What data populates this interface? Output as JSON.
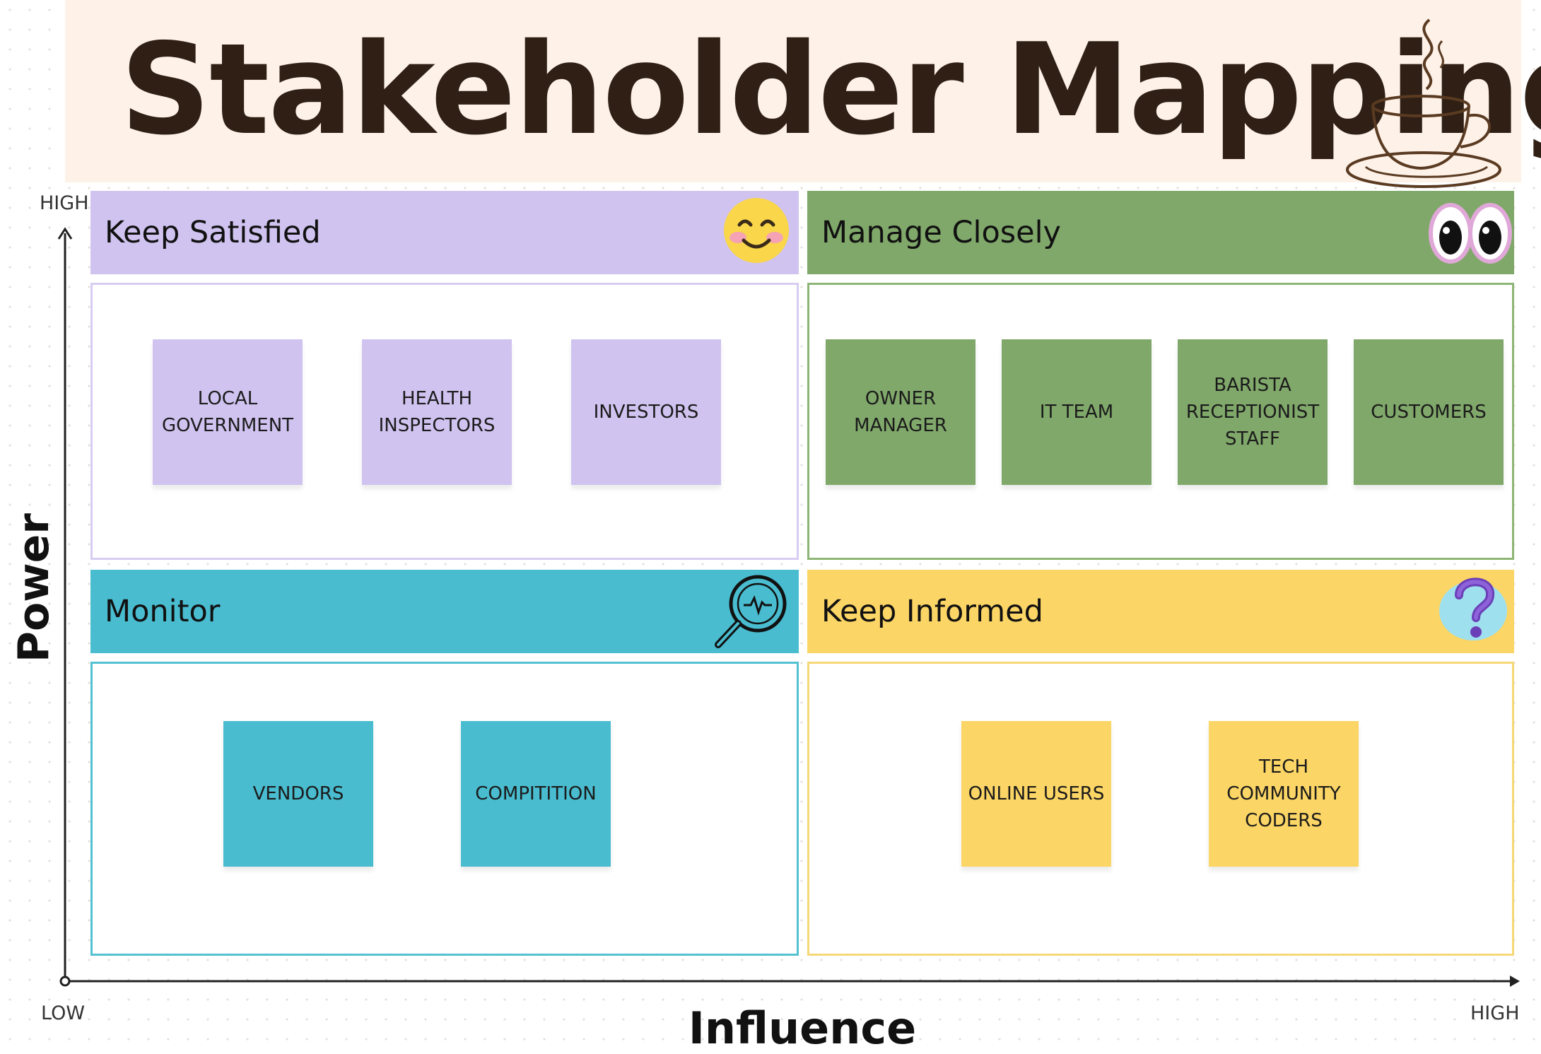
{
  "title": "Stakeholder Mapping",
  "axes": {
    "y_title": "Power",
    "x_title": "Influence",
    "y_high": "HIGH",
    "x_low": "LOW",
    "x_high": "HIGH"
  },
  "quadrants": [
    {
      "title": "Keep Satisfied",
      "icon": "smiling-face-icon",
      "color": "#d0c3f0",
      "border": "#d8ccf3",
      "notes": [
        {
          "label": "LOCAL\nGOVERNMENT"
        },
        {
          "label": "HEALTH\nINSPECTORS"
        },
        {
          "label": "INVESTORS"
        }
      ]
    },
    {
      "title": "Manage Closely",
      "icon": "eyes-icon",
      "color": "#80a86a",
      "border": "#8db676",
      "notes": [
        {
          "label": "OWNER\nMANAGER"
        },
        {
          "label": "IT TEAM"
        },
        {
          "label": "BARISTA\nRECEPTIONIST\nSTAFF"
        },
        {
          "label": "CUSTOMERS"
        }
      ]
    },
    {
      "title": "Monitor",
      "icon": "magnifying-glass-icon",
      "color": "#49bccf",
      "border": "#53c1d2",
      "notes": [
        {
          "label": "VENDORS"
        },
        {
          "label": "COMPITITION"
        }
      ]
    },
    {
      "title": "Keep Informed",
      "icon": "question-mark-icon",
      "color": "#fbd565",
      "border": "#f6d877",
      "notes": [
        {
          "label": "ONLINE USERS"
        },
        {
          "label": "TECH\nCOMMUNITY\nCODERS"
        }
      ]
    }
  ]
}
